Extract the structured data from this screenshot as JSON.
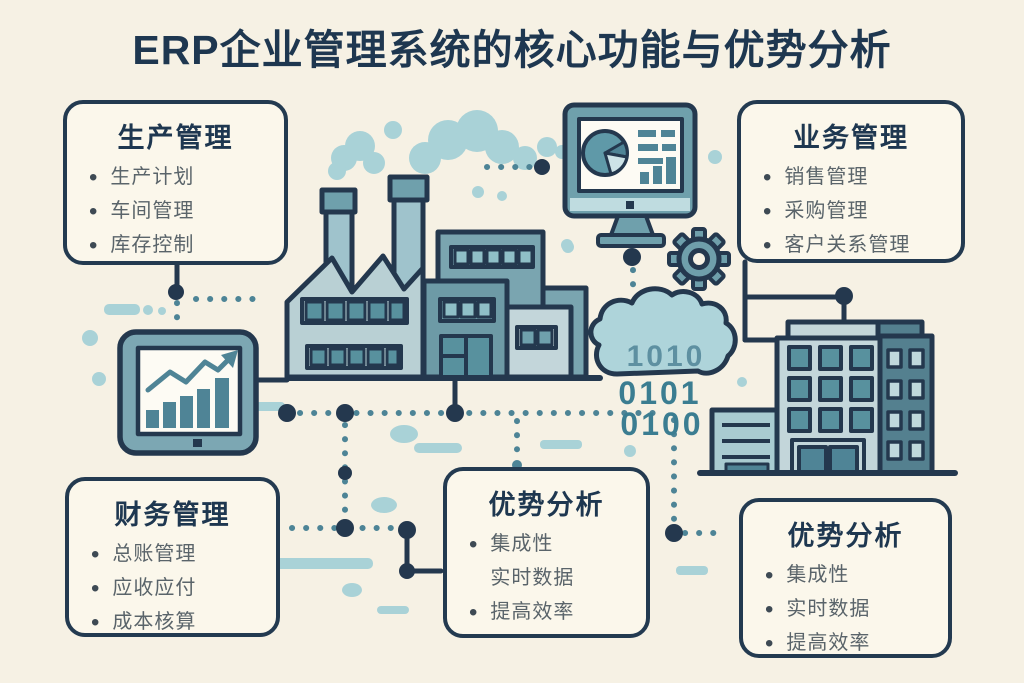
{
  "title": "ERP企业管理系统的核心功能与优势分析",
  "bullet": "•",
  "boxes": {
    "production": {
      "title": "生产管理",
      "items": [
        "生产计划",
        "车间管理",
        "库存控制"
      ]
    },
    "business": {
      "title": "业务管理",
      "items": [
        "销售管理",
        "采购管理",
        "客户关系管理"
      ]
    },
    "finance": {
      "title": "财务管理",
      "items": [
        "总账管理",
        "应收应付",
        "成本核算"
      ]
    },
    "advantage_center": {
      "title": "优势分析",
      "items": [
        "集成性",
        "实时数据",
        "提高效率"
      ]
    },
    "advantage_right": {
      "title": "优势分析",
      "items": [
        "集成性",
        "实时数据",
        "提高效率"
      ]
    }
  },
  "cloud_binary": {
    "line1": "1010",
    "line2": "0101",
    "line3": "0100"
  },
  "icons": {
    "factory": "factory-icon",
    "monitor": "monitor-pie-chart-icon",
    "gear": "gear-icon",
    "cloud": "cloud-data-icon",
    "building": "office-building-icon",
    "tablet": "tablet-growth-chart-icon"
  },
  "colors": {
    "background": "#f6f1e4",
    "outline_navy": "#24384e",
    "teal_medium": "#6fa0ac",
    "teal_dark": "#4f8496",
    "teal_light": "#a9d2d7",
    "building_light": "#c3d6da",
    "box_fill": "#fbf7eb",
    "heading_text": "#1e3750",
    "item_text": "#5a646a"
  }
}
